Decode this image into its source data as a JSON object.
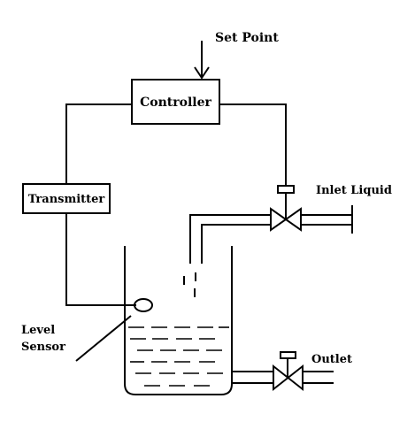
{
  "labels": {
    "set_point": "Set Point",
    "controller": "Controller",
    "transmitter": "Transmitter",
    "inlet_liquid": "Inlet Liquid",
    "outlet": "Outlet",
    "level_sensor_line1": "Level",
    "level_sensor_line2": "Sensor"
  },
  "colors": {
    "line": "#000000",
    "background": "#ffffff"
  }
}
